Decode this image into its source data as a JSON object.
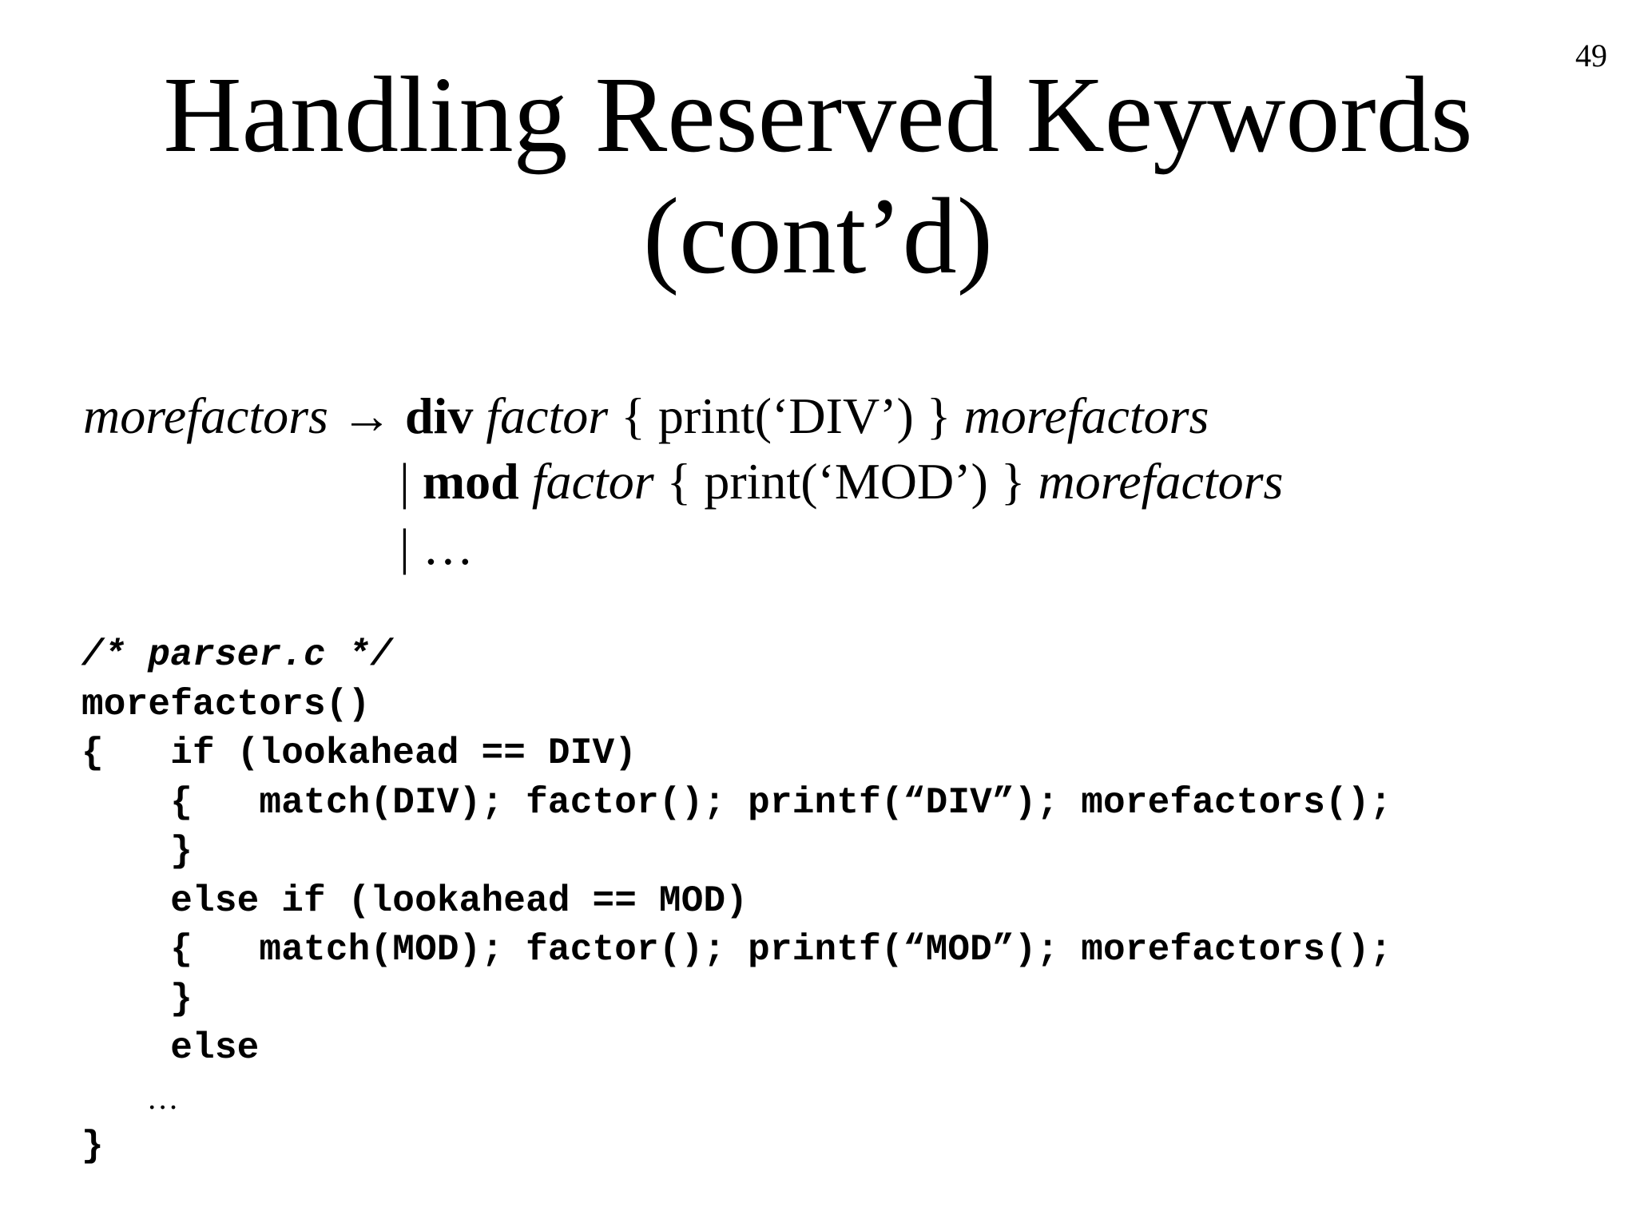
{
  "slide": {
    "page_number": "49",
    "title_line1": "Handling Reserved Keywords",
    "title_line2": "(cont’d)"
  },
  "grammar": {
    "line1": {
      "lhs": "morefactors",
      "arrow": " → ",
      "kw": "div",
      "nt": " factor",
      "action": " { print(‘DIV’) } ",
      "tail": "morefactors"
    },
    "line2": {
      "bar": "| ",
      "kw": "mod",
      "nt": " factor",
      "action": " { print(‘MOD’) } ",
      "tail": "morefactors"
    },
    "line3": {
      "text": "| …"
    }
  },
  "code": {
    "lines": [
      "/* parser.c */",
      "morefactors()",
      "{   if (lookahead == DIV)",
      "    {   match(DIV); factor(); printf(“DIV”); morefactors();",
      "    }",
      "    else if (lookahead == MOD)",
      "    {   match(MOD); factor(); printf(“MOD”); morefactors();",
      "    }",
      "    else",
      "        …",
      "}"
    ]
  }
}
